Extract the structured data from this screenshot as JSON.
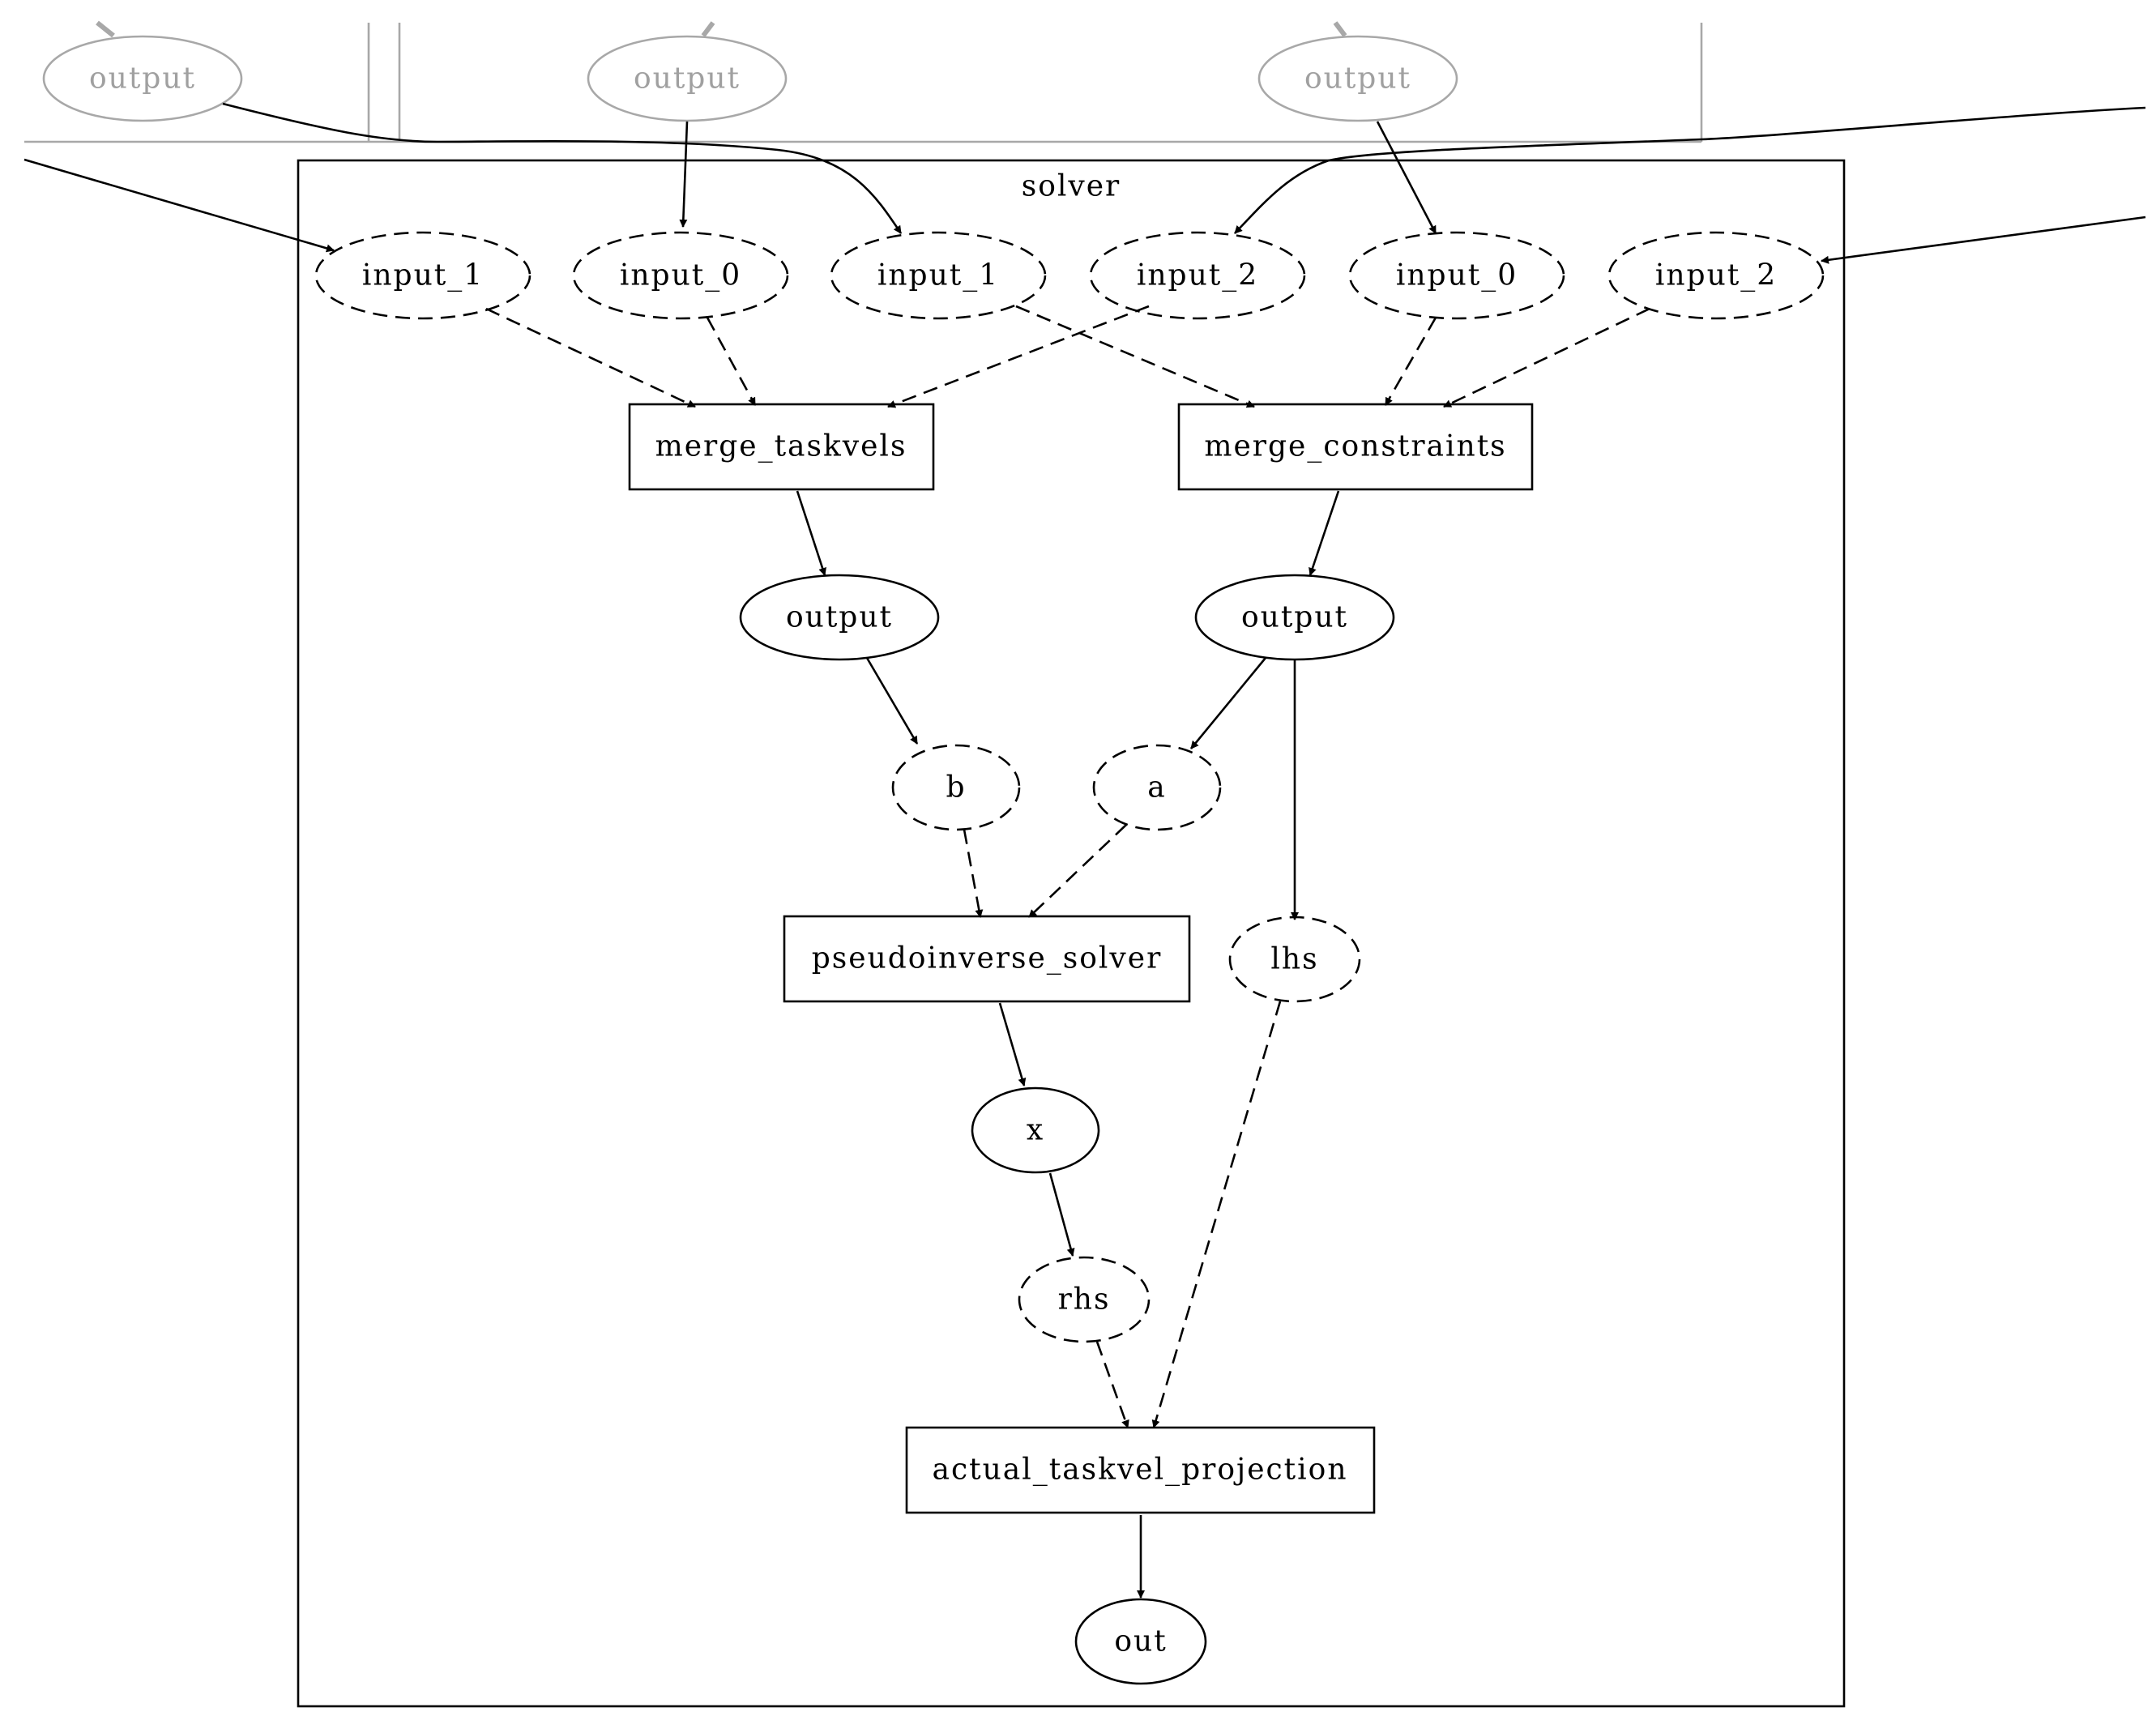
{
  "cluster": {
    "title": "solver"
  },
  "upstream_nodes": [
    {
      "id": "up0",
      "label": "output"
    },
    {
      "id": "up1",
      "label": "output"
    },
    {
      "id": "up2",
      "label": "output"
    }
  ],
  "nodes": {
    "in1_a": "input_1",
    "in0_a": "input_0",
    "in1_b": "input_1",
    "in2_a": "input_2",
    "in0_b": "input_0",
    "in2_b": "input_2",
    "merge_taskvels": "merge_taskvels",
    "merge_constraints": "merge_constraints",
    "out_taskvels": "output",
    "out_constraints": "output",
    "b": "b",
    "a": "a",
    "pseudoinverse_solver": "pseudoinverse_solver",
    "lhs": "lhs",
    "x": "x",
    "rhs": "rhs",
    "actual_taskvel_projection": "actual_taskvel_projection",
    "out": "out"
  }
}
